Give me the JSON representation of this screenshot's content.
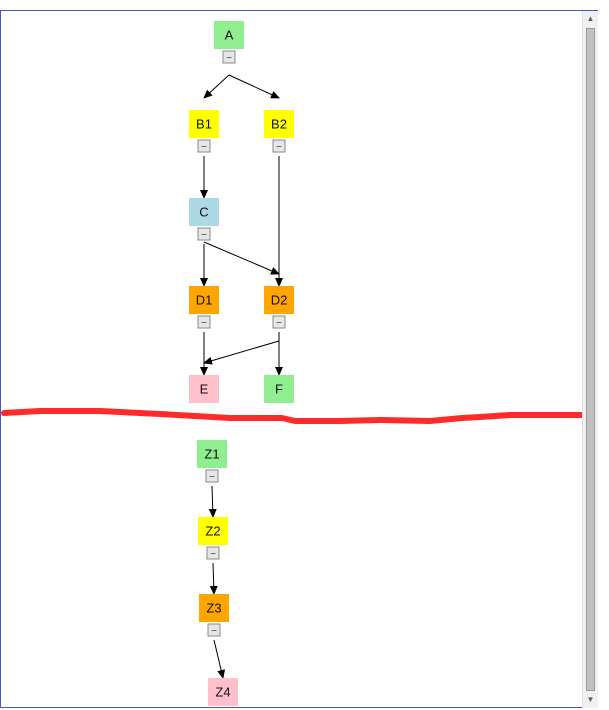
{
  "nodes": [
    {
      "id": "A",
      "label": "A",
      "color": "#90ee90",
      "collapse_toggle": "−"
    },
    {
      "id": "B1",
      "label": "B1",
      "color": "#ffff00",
      "collapse_toggle": "−"
    },
    {
      "id": "B2",
      "label": "B2",
      "color": "#ffff00",
      "collapse_toggle": "−"
    },
    {
      "id": "C",
      "label": "C",
      "color": "#add8e6",
      "collapse_toggle": "−"
    },
    {
      "id": "D1",
      "label": "D1",
      "color": "#ffa500",
      "collapse_toggle": "−"
    },
    {
      "id": "D2",
      "label": "D2",
      "color": "#ffa500",
      "collapse_toggle": "−"
    },
    {
      "id": "E",
      "label": "E",
      "color": "#ffc0cb"
    },
    {
      "id": "F",
      "label": "F",
      "color": "#90ee90"
    },
    {
      "id": "Z1",
      "label": "Z1",
      "color": "#90ee90",
      "collapse_toggle": "−"
    },
    {
      "id": "Z2",
      "label": "Z2",
      "color": "#ffff00",
      "collapse_toggle": "−"
    },
    {
      "id": "Z3",
      "label": "Z3",
      "color": "#ffa500",
      "collapse_toggle": "−"
    },
    {
      "id": "Z4",
      "label": "Z4",
      "color": "#ffc0cb"
    }
  ],
  "edges": [
    {
      "from": "A",
      "to": "B1"
    },
    {
      "from": "A",
      "to": "B2"
    },
    {
      "from": "B1",
      "to": "C"
    },
    {
      "from": "B2",
      "to": "D2"
    },
    {
      "from": "C",
      "to": "D1"
    },
    {
      "from": "C",
      "to": "D2"
    },
    {
      "from": "D1",
      "to": "E"
    },
    {
      "from": "D2",
      "to": "E"
    },
    {
      "from": "D2",
      "to": "F"
    },
    {
      "from": "Z1",
      "to": "Z2"
    },
    {
      "from": "Z2",
      "to": "Z3"
    },
    {
      "from": "Z3",
      "to": "Z4"
    }
  ],
  "annotation": {
    "stroke_color": "#ff2a2a"
  },
  "scrollbar": {
    "up_glyph": "▲",
    "down_glyph": "▼"
  }
}
